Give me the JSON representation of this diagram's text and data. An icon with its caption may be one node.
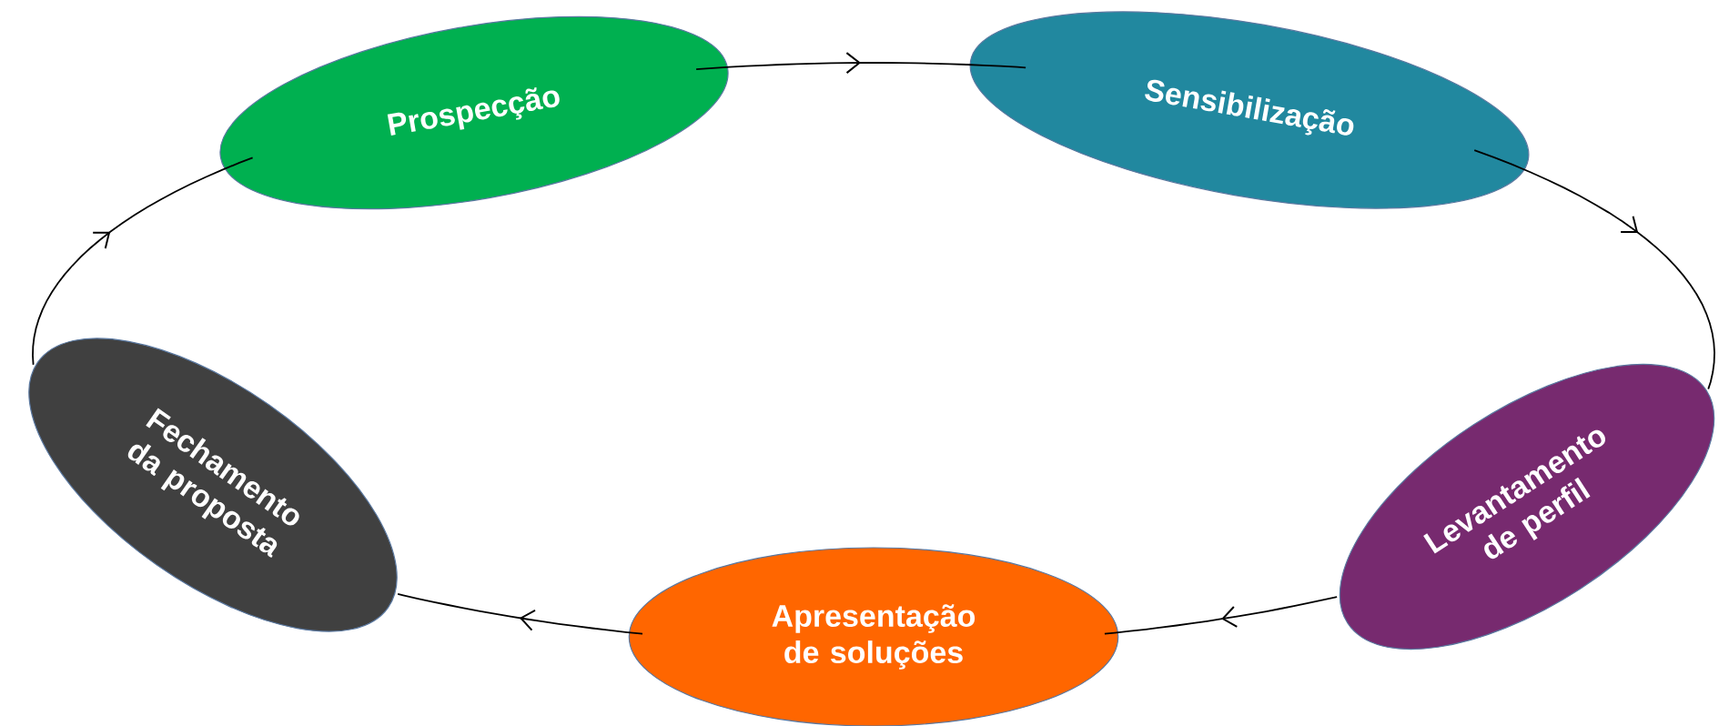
{
  "diagram": {
    "nodes": [
      {
        "text": [
          "Prospecção"
        ]
      },
      {
        "text": [
          "Sensibilização"
        ]
      },
      {
        "text": [
          "Levantamento de perfil"
        ]
      },
      {
        "text": [
          "Apresentação de soluções"
        ]
      },
      {
        "text": [
          "Fechamento da proposta"
        ]
      }
    ],
    "edges": [
      {
        "from": 0,
        "to": 1,
        "arrow": "to"
      },
      {
        "from": 1,
        "to": 2,
        "arrow": "to"
      },
      {
        "from": 2,
        "to": 3,
        "arrow": "to"
      },
      {
        "from": 3,
        "to": 4,
        "arrow": "to"
      },
      {
        "from": 4,
        "to": 0,
        "arrow": "to"
      }
    ]
  }
}
